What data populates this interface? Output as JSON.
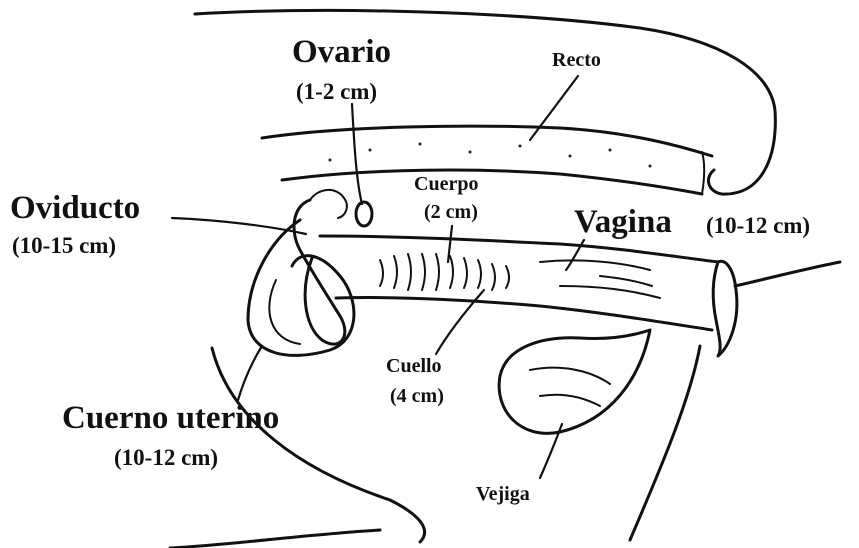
{
  "labels": {
    "ovario": "Ovario",
    "ovario_size": "(1-2 cm)",
    "recto": "Recto",
    "cuerpo": "Cuerpo",
    "cuerpo_size": "(2 cm)",
    "oviducto": "Oviducto",
    "oviducto_size": "(10-15 cm)",
    "vagina": "Vagina",
    "vagina_size": "(10-12 cm)",
    "cuello": "Cuello",
    "cuello_size": "(4 cm)",
    "cuerno": "Cuerno uterino",
    "cuerno_size": "(10-12 cm)",
    "vejiga": "Vejiga"
  },
  "colors": {
    "ink": "#111111",
    "background": "#ffffff"
  }
}
